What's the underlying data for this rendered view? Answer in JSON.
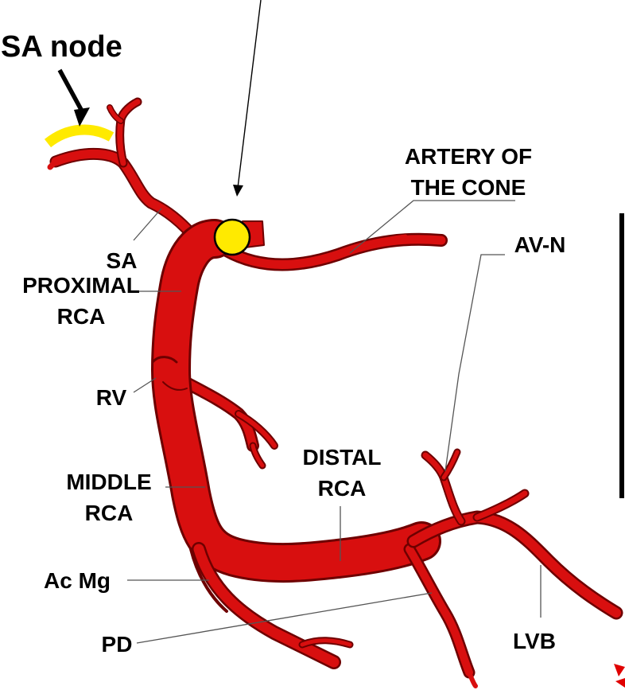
{
  "title": "SA node",
  "colors": {
    "artery": "#d80f0f",
    "artery_outline": "#6e0000",
    "sa_node_highlight": "#ffea00",
    "ostium_marker": "#ffea00",
    "label": "#000000"
  },
  "labels": {
    "sa_node": "SA node",
    "artery_of_cone_line1": "ARTERY OF",
    "artery_of_cone_line2": "THE CONE",
    "av_n": "AV-N",
    "sa": "SA",
    "proximal_rca_line1": "PROXIMAL",
    "proximal_rca_line2": "RCA",
    "rv": "RV",
    "distal_rca_line1": "DISTAL",
    "distal_rca_line2": "RCA",
    "middle_rca_line1": "MIDDLE",
    "middle_rca_line2": "RCA",
    "ac_mg": "Ac Mg",
    "pd": "PD",
    "lvb": "LVB"
  }
}
